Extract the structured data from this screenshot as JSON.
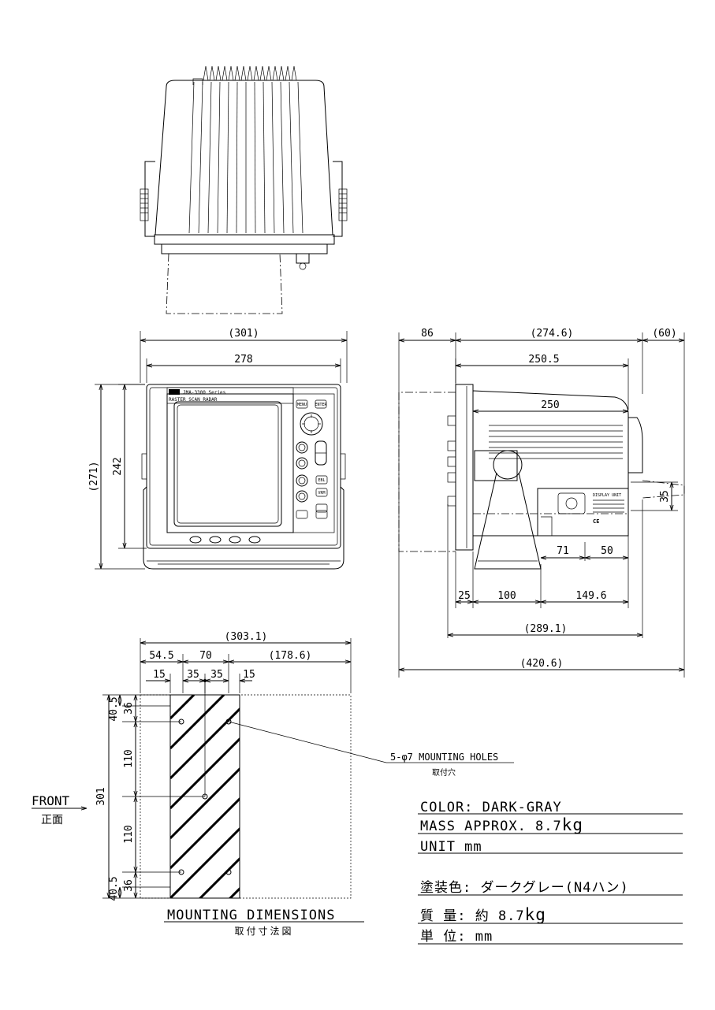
{
  "top_view": {},
  "front_view": {
    "dims": {
      "overall_width": "(301)",
      "width": "278",
      "overall_height": "(271)",
      "height": "242"
    },
    "brand": "JMA-3300 Series",
    "product": "RASTER SCAN RADAR",
    "keys": {
      "menu": "MENU",
      "enter": "ENTER",
      "ebl": "EBL",
      "vrm": "VRM"
    }
  },
  "side_view": {
    "dims": {
      "rear": "86",
      "depth": "(274.6)",
      "front": "(60)",
      "body": "250.5",
      "inner": "250",
      "height_35": "35",
      "d71": "71",
      "d50": "50",
      "d25": "25",
      "d100": "100",
      "d149": "149.6",
      "d289": "(289.1)",
      "d420": "(420.6)"
    },
    "plate": {
      "title": "DISPLAY UNIT",
      "logo": "CE"
    }
  },
  "mounting": {
    "dims": {
      "overall": "(303.1)",
      "left": "54.5",
      "mid": "70",
      "right": "(178.6)",
      "m15a": "15",
      "m35a": "35",
      "m35b": "35",
      "m15b": "15",
      "h40a": "40.5",
      "h36a": "36",
      "h110a": "110",
      "h110b": "110",
      "h36b": "36",
      "h40b": "40.5",
      "total": "301"
    },
    "holes_label": "5-φ7 MOUNTING HOLES",
    "holes_label_ja": "取付穴",
    "front_label": "FRONT",
    "front_label_ja": "正面",
    "title": "MOUNTING DIMENSIONS",
    "title_ja": "取付寸法図"
  },
  "notes": {
    "color": "COLOR: DARK-GRAY",
    "mass_prefix": "MASS APPROX. 8.7",
    "mass_unit": "kg",
    "unit": "UNIT mm",
    "color_ja": "塗装色: ダークグレー(N4ハン)",
    "mass_ja_prefix": "質 量: 約 8.7",
    "mass_ja_unit": "kg",
    "unit_ja": "単 位: mm"
  }
}
